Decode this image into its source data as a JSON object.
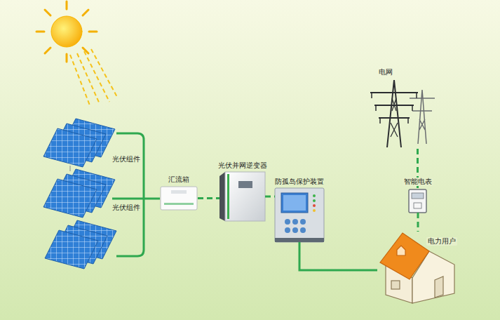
{
  "diagram": {
    "nodes": [
      {
        "text": [
          "汇流箱"
        ]
      },
      {
        "text": [
          "光伏并网逆变器"
        ]
      },
      {
        "text": [
          "防孤岛保护装置"
        ]
      },
      {
        "text": [
          "电网"
        ]
      },
      {
        "text": [
          "智能电表"
        ]
      },
      {
        "text": [
          "电力用户"
        ]
      }
    ],
    "edges": [
      {
        "from": 0,
        "to": 1,
        "arrow": "none"
      },
      {
        "from": 1,
        "to": 2,
        "arrow": "none"
      },
      {
        "from": 2,
        "to": 5,
        "arrow": "none"
      },
      {
        "from": 3,
        "to": 4,
        "arrow": "none"
      },
      {
        "from": 4,
        "to": 5,
        "arrow": "none"
      }
    ],
    "labels": [
      "光伏组件",
      "光伏组件"
    ]
  }
}
